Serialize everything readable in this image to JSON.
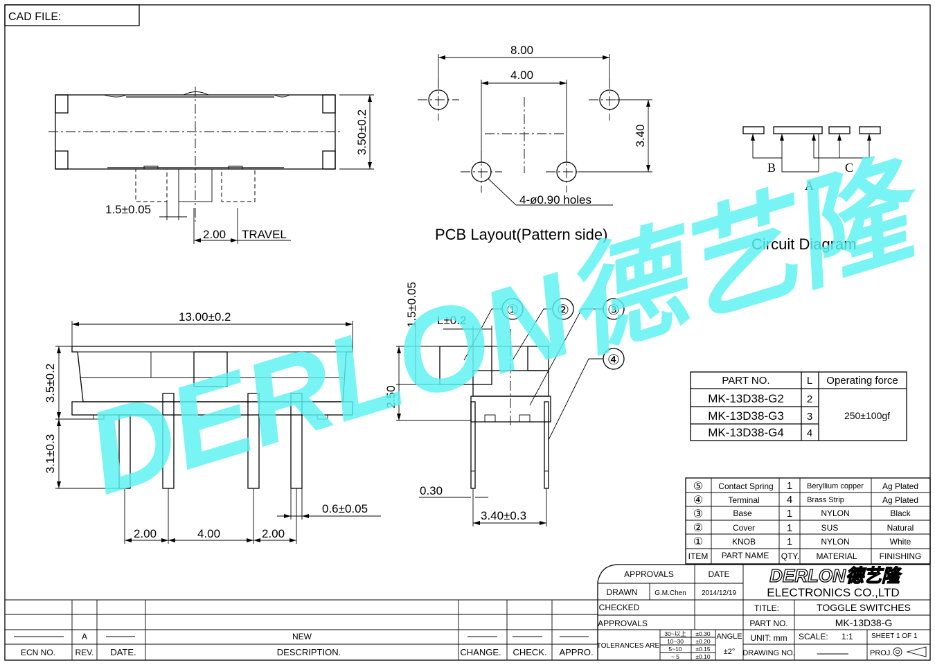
{
  "cad_file_label": "CAD FILE:",
  "top_view": {
    "dim_height": "3.50±0.2",
    "dim_pitch": "1.5±0.05",
    "dim_travel": "2.00",
    "travel_label": "TRAVEL"
  },
  "pcb_layout": {
    "dim_outer": "8.00",
    "dim_inner": "4.00",
    "dim_vertical": "3.40",
    "holes_label": "4-ø0.90  holes",
    "title": "PCB Layout(Pattern side)"
  },
  "circuit": {
    "title": "Circuit Diagram",
    "label_a": "A",
    "label_b": "B",
    "label_c": "C"
  },
  "front_view": {
    "dim_length": "13.00±0.2",
    "dim_body_height": "3.5±0.2",
    "dim_pin_length": "3.1±0.3",
    "dim_pin_pitch_left": "2.00",
    "dim_pin_pitch_mid": "4.00",
    "dim_pin_pitch_right": "2.00",
    "dim_pin_width": "0.6±0.05"
  },
  "side_view": {
    "dim_knob_height": "1.5±0.05",
    "dim_knob_L": "L±0.2",
    "dim_height": "2.50",
    "dim_pin_thickness": "0.30",
    "dim_pin_span": "3.40±0.3",
    "callouts": [
      "①",
      "②",
      "③",
      "④"
    ]
  },
  "part_table": {
    "headers": [
      "PART NO.",
      "L",
      "Operating  force"
    ],
    "rows": [
      {
        "part": "MK-13D38-G2",
        "L": "2"
      },
      {
        "part": "MK-13D38-G3",
        "L": "3"
      },
      {
        "part": "MK-13D38-G4",
        "L": "4"
      }
    ],
    "force": "250±100gf"
  },
  "bom": {
    "headers": [
      "ITEM",
      "PART NAME",
      "QTY.",
      "MATERIAL",
      "FINISHING"
    ],
    "rows": [
      {
        "item": "⑤",
        "name": "Contact Spring",
        "qty": "1",
        "material": "Beryllium copper",
        "finish": "Ag Plated"
      },
      {
        "item": "④",
        "name": "Terminal",
        "qty": "4",
        "material": "Brass Strip",
        "finish": "Ag Plated"
      },
      {
        "item": "③",
        "name": "Base",
        "qty": "1",
        "material": "NYLON",
        "finish": "Black"
      },
      {
        "item": "②",
        "name": "Cover",
        "qty": "1",
        "material": "SUS",
        "finish": "Natural"
      },
      {
        "item": "①",
        "name": "KNOB",
        "qty": "1",
        "material": "NYLON",
        "finish": "White"
      }
    ]
  },
  "title_block": {
    "approvals": "APPROVALS",
    "date": "DATE",
    "drawn": "DRAWN",
    "drawn_by": "G.M.Chen",
    "drawn_date": "2014/12/19",
    "checked": "CHECKED",
    "approvals2": "APPROVALS",
    "tolerances": "TOLERANCES  ARE",
    "tol_ranges": [
      "30~以上",
      "10~30",
      "5~10",
      "~ 5"
    ],
    "tol_values": [
      "±0.30",
      "±0.20",
      "±0.15",
      "±0.10"
    ],
    "angle": "ANGLE",
    "angle_value": "±2°",
    "company_logo": "DERLON德艺隆",
    "company": "ELECTRONICS  CO.,LTD",
    "title_label": "TITLE:",
    "title_value": "TOGGLE  SWITCHES",
    "part_no_label": "PART  NO.",
    "part_no_value": "MK-13D38-G",
    "unit": "UNIT:  mm",
    "scale": "SCALE:",
    "scale_value": "1:1",
    "sheet": "SHEET   1  OF  1",
    "drawing_no": "DRAWING  NO.",
    "proj": "PROJ."
  },
  "revision_block": {
    "rev_value": "A",
    "description_value": "NEW",
    "headers": [
      "ECN  NO.",
      "REV.",
      "DATE.",
      "DESCRIPTION.",
      "CHANGE.",
      "CHECK.",
      "APPRO."
    ]
  },
  "watermark": "DERLON德艺隆",
  "colors": {
    "watermark": "#5cf2f2",
    "line": "#000000"
  }
}
